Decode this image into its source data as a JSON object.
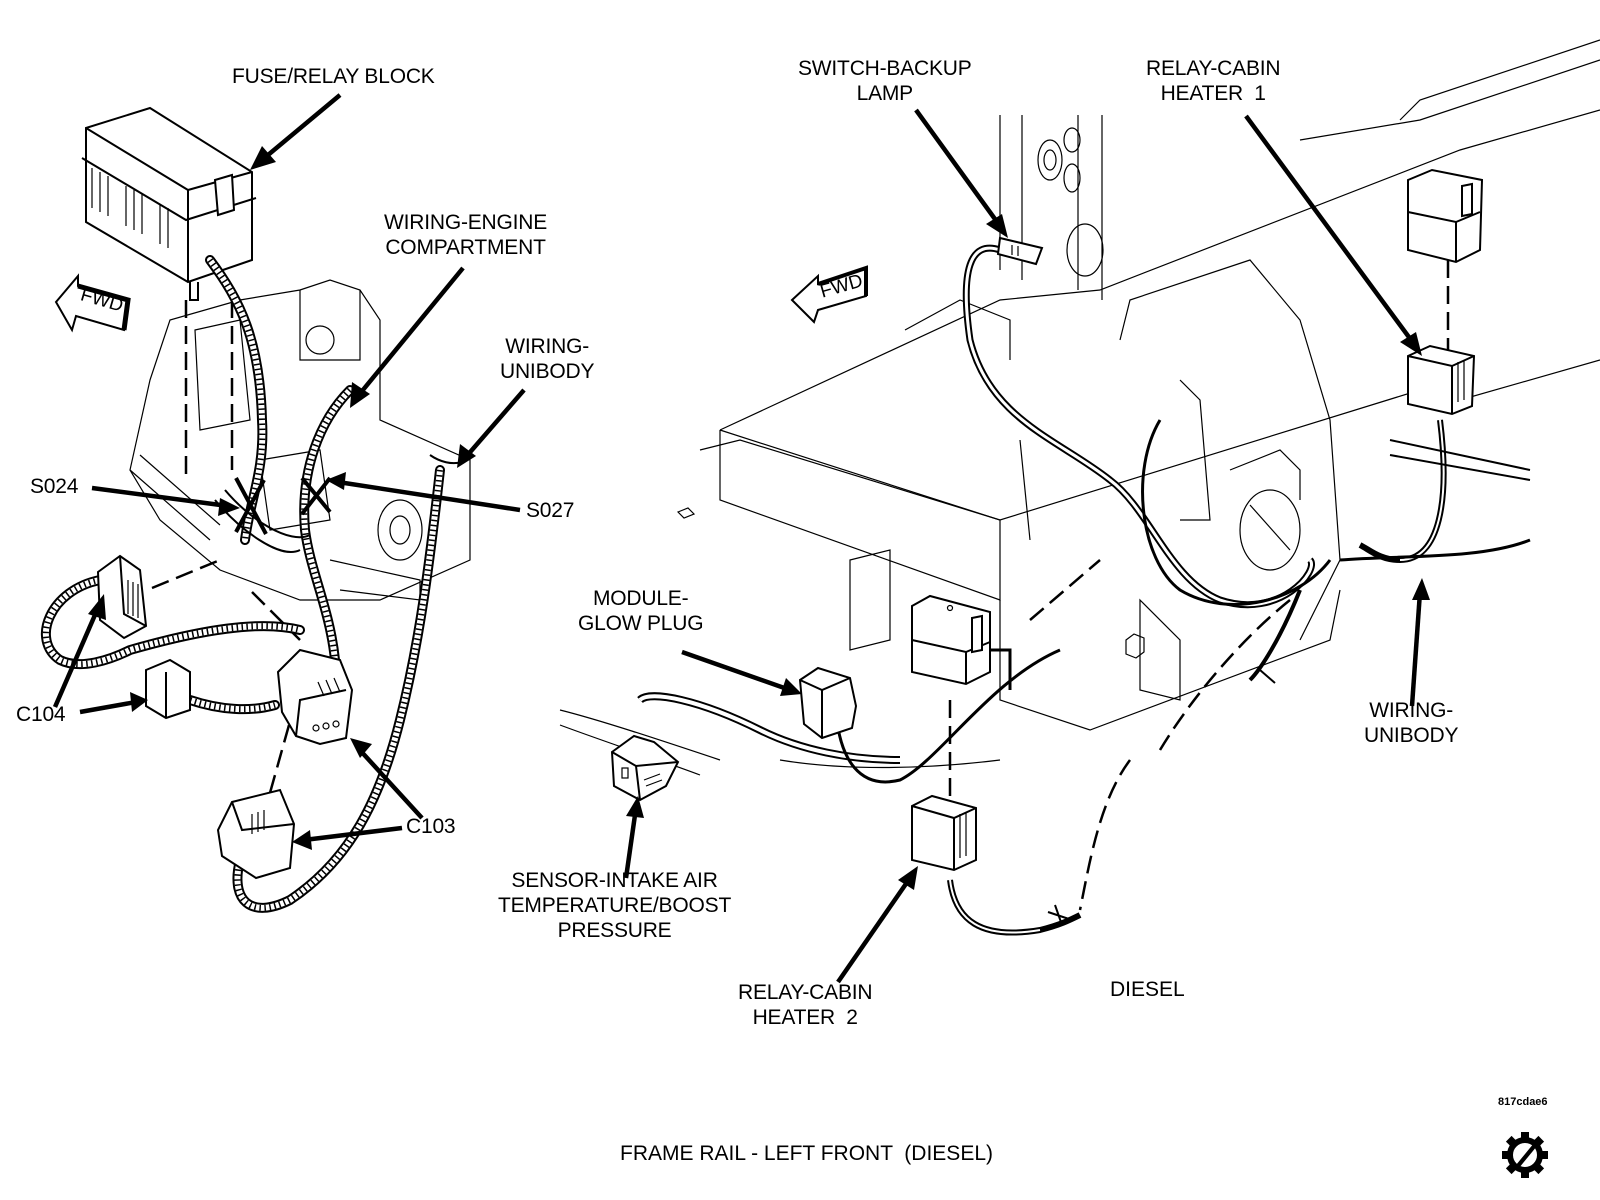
{
  "diagram": {
    "title": "FRAME RAIL - LEFT FRONT  (DIESEL)",
    "figure_code": "817cdae6",
    "variant_label": "DIESEL",
    "fwd_indicator": "FWD",
    "left_view": {
      "callouts": [
        {
          "id": "fuse_relay_block",
          "text": "FUSE/RELAY BLOCK"
        },
        {
          "id": "wiring_engine_compartment",
          "text": "WIRING-ENGINE\nCOMPARTMENT"
        },
        {
          "id": "wiring_unibody_left",
          "text": "WIRING-\nUNIBODY"
        },
        {
          "id": "s024",
          "text": "S024"
        },
        {
          "id": "s027",
          "text": "S027"
        },
        {
          "id": "c104",
          "text": "C104"
        },
        {
          "id": "c103",
          "text": "C103"
        }
      ]
    },
    "right_view": {
      "callouts": [
        {
          "id": "switch_backup_lamp",
          "text": "SWITCH-BACKUP\nLAMP"
        },
        {
          "id": "relay_cabin_heater_1",
          "text": "RELAY-CABIN\nHEATER  1"
        },
        {
          "id": "module_glow_plug",
          "text": "MODULE-\nGLOW PLUG"
        },
        {
          "id": "sensor_iat_boost",
          "text": "SENSOR-INTAKE AIR\nTEMPERATURE/BOOST\nPRESSURE"
        },
        {
          "id": "relay_cabin_heater_2",
          "text": "RELAY-CABIN\nHEATER  2"
        },
        {
          "id": "wiring_unibody_right",
          "text": "WIRING-\nUNIBODY"
        }
      ]
    },
    "icons": {
      "service_logo": "gear-pencil-icon",
      "forward_arrow": "fwd-arrow-icon",
      "splice_marker": "x-splice-icon"
    }
  }
}
